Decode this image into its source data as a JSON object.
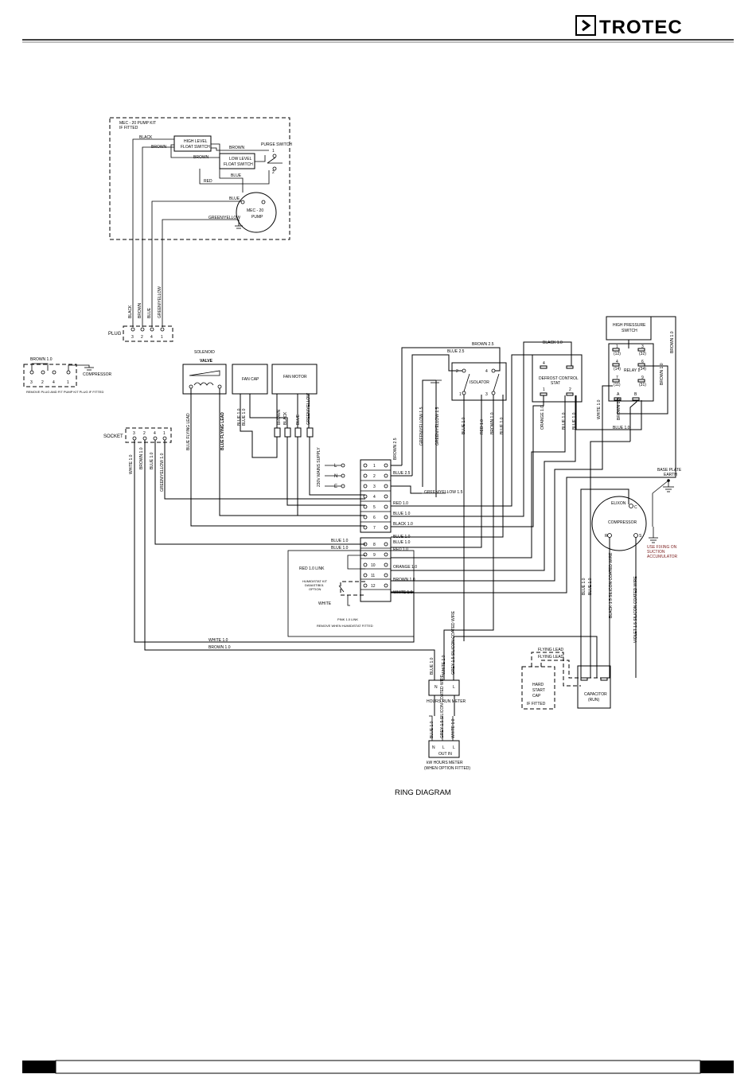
{
  "header": {
    "brand": "TROTEC"
  },
  "diagram_title": "RING DIAGRAM",
  "pump_kit": {
    "title": "MEC - 20 PUMP KIT",
    "subtitle": "IF FITTED",
    "high_float_l1": "HIGH LEVEL",
    "high_float_l2": "FLOAT SWITCH",
    "low_float_l1": "LOW LEVEL",
    "low_float_l2": "FLOAT SWITCH",
    "purge_switch": "PURGE SWITCH",
    "pump_l1": "MEC - 20",
    "pump_l2": "PUMP",
    "w_black": "BLACK",
    "w_brown": "BROWN",
    "w_brown2": "BROWN",
    "w_brown3": "BROWN",
    "w_red": "RED",
    "w_blue": "BLUE",
    "w_blue2": "BLUE",
    "w_gy": "GREEN/YELLOW",
    "sw1": "1",
    "sw2": "2"
  },
  "plug": {
    "label": "PLUG",
    "pins": [
      "3",
      "2",
      "4",
      "1"
    ],
    "wires": [
      "BLACK",
      "BROWN",
      "BLUE",
      "GREEN/YELLOW"
    ]
  },
  "remove_plug": {
    "wire": "BROWN 1.0",
    "pins": [
      "3",
      "2",
      "4",
      "1"
    ],
    "note": "REMOVE PLUG AND FIT PUMP KIT PLUG IF FITTED",
    "compressor": "COMPRESSOR"
  },
  "socket": {
    "label": "SOCKET",
    "pins": [
      "3",
      "2",
      "4",
      "1"
    ],
    "wires": [
      "WHITE 1.0",
      "BROWN 1.0",
      "BLUE 1.0",
      "GREEN/YELLOW 1.0"
    ]
  },
  "solenoid": {
    "l1": "SOLENOID",
    "l2": "VALVE",
    "w1": "BLUE FLYING LEAD",
    "w2": "BLUE FLYING LEAD"
  },
  "fan_cap": {
    "label": "FAN CAP",
    "w1": "BLUE 1.0",
    "w2": "BLUE 1.0"
  },
  "fan_motor": {
    "label": "FAN MOTOR",
    "wires": [
      "BROWN",
      "BLACK",
      "BLUE",
      "GREEN/YELLOW"
    ]
  },
  "mains": {
    "label": "230V MAINS SUPPLY",
    "l": "L",
    "n": "N",
    "e": "E"
  },
  "terminal_block": {
    "rows": [
      "1",
      "2",
      "3",
      "4",
      "5",
      "6",
      "7",
      "8",
      "9",
      "10",
      "11",
      "12"
    ],
    "right_wires": [
      "BLUE 2.5",
      "GREEN/YELLOW 1.5",
      "RED 1.0",
      "BLUE 1.0",
      "BLACK 1.0",
      "BLUE 1.0",
      "BLUE 1.0",
      "RED 1.0",
      "ORANGE 1.0",
      "BROWN 1.0",
      "WHITE 1.0"
    ],
    "left_wires": [
      "BLUE 1.0",
      "BLUE 1.0"
    ],
    "red_link": "RED 1.0 LINK",
    "humidistat_l1": "HUMIDISTAT KIT",
    "humidistat_l2": "DA5ASTIB01",
    "humidistat_l3": "OPTION",
    "white": "WHITE",
    "pink_link": "PINK 1.0 LINK",
    "remove_note": "REMOVE WHEN HUMIDISTAT FITTED"
  },
  "isolator": {
    "label": "ISOLATOR",
    "pins": [
      "2",
      "4",
      "1",
      "3"
    ],
    "top_wires": [
      "BROWN 2.5",
      "BLUE 2.5"
    ],
    "wires": [
      "BROWN 2.5",
      "GREEN/YELLOW 1.5",
      "GREEN/YELLOW 1.5",
      "BLUE 1.0",
      "RED 1.0",
      "BROWN 1.0",
      "BLUE 1.0"
    ]
  },
  "defrost": {
    "l1": "DEFROST CONTROL",
    "l2": "STAT",
    "pins": [
      "4",
      "1",
      "2"
    ],
    "top_wire": "BLACK 1.0",
    "wires": [
      "ORANGE 1.0",
      "BLUE 1.0",
      "BLUE 1.0"
    ]
  },
  "hp_switch": {
    "l1": "HIGH PRESSURE",
    "l2": "SWITCH",
    "wire": "BROWN 1.0"
  },
  "relay": {
    "label": "RELAY 1",
    "pins": [
      "1",
      "3",
      "4",
      "6",
      "7",
      "9",
      "A",
      "B"
    ],
    "codes": [
      "(12)",
      "(32)",
      "(14)",
      "(34)",
      "(11)",
      "(31)"
    ],
    "wires": [
      "WHITE 1.0",
      "BROWN 1.0",
      "BROWN 1.0",
      "BLUE 1.0"
    ]
  },
  "earth": {
    "l1": "BASE PLATE",
    "l2": "EARTH"
  },
  "compressor": {
    "brand": "ELIXON",
    "label": "COMPRESSOR",
    "c": "C",
    "r": "R",
    "s": "S",
    "note_l1": "USE FIXING ON",
    "note_l2": "SUCTION",
    "note_l3": "ACCUMULATOR",
    "wires": [
      "BLUE 1.0",
      "BLUE 1.0",
      "BLACK 1.5 SILICON COATED WIRE",
      "VIOLET 1.5 SILICON COATED WIRE"
    ]
  },
  "capacitor": {
    "l1": "CAPACITOR",
    "l2": "(RUN)",
    "flying1": "FLYING LEAD",
    "flying2": "FLYING LEAD"
  },
  "hard_start": {
    "l1": "HARD",
    "l2": "START",
    "l3": "CAP",
    "l4": "IF FITTED"
  },
  "hours_meter": {
    "label": "HOURS RUN METER",
    "n": "N",
    "l": "L",
    "top_wires": [
      "WHITE 1.0",
      "BROWN 1.0"
    ],
    "wires": [
      "BLUE 1.0",
      "WHITE 1.0",
      "GREY 1.5 SILICON COATED WIRE"
    ]
  },
  "kwh_meter": {
    "label_l1": "kW HOURS METER",
    "label_l2": "(WHEN OPTION FITTED)",
    "pins": [
      "N",
      "L",
      "L"
    ],
    "sub": "OUT IN",
    "wires": [
      "BLUE 1.0",
      "GREY 1.5 SILICON COATED WIRE",
      "WHITE 1.0"
    ]
  }
}
